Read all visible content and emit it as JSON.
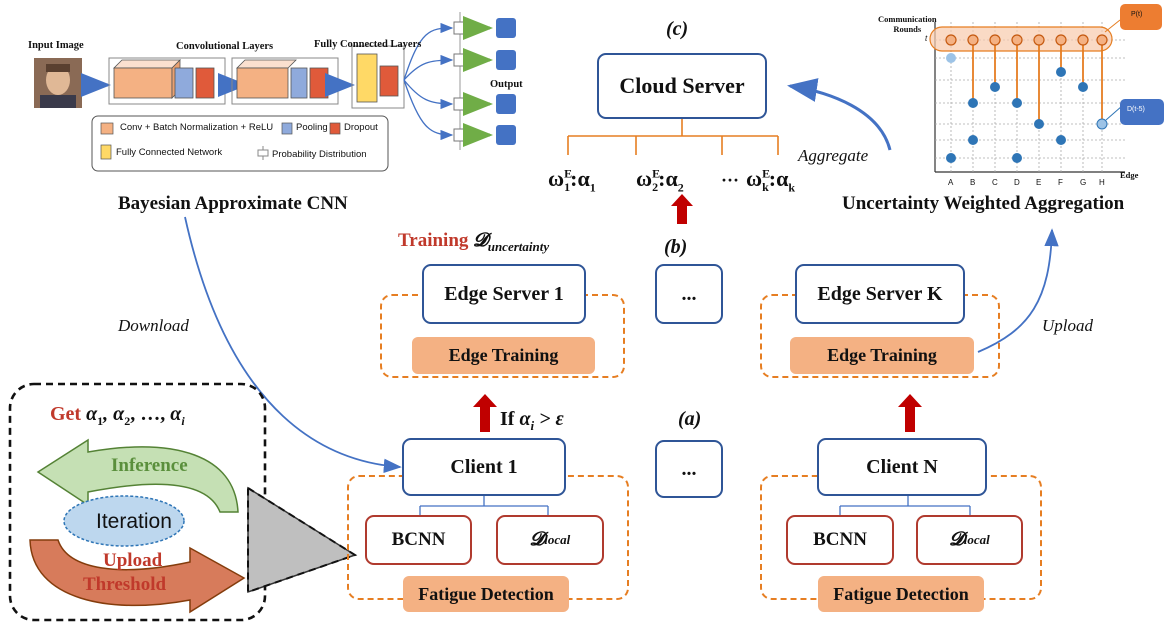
{
  "cnn": {
    "input_label": "Input Image",
    "conv_label": "Convolutional Layers",
    "fc_label": "Fully Connected Layers",
    "output_label": "Output",
    "legend": {
      "conv": "Conv + Batch Normalization + ReLU",
      "pool": "Pooling",
      "dropout": "Dropout",
      "fc": "Fully Connected Network",
      "prob": "Probability Distribution"
    },
    "caption": "Bayesian Approximate CNN"
  },
  "cloud": {
    "tag": "(c)",
    "server": "Cloud Server",
    "weights": [
      {
        "base": "ω",
        "sub": "1",
        "sup": "E",
        "alpha": "α",
        "asub": "1"
      },
      {
        "base": "ω",
        "sub": "2",
        "sup": "E",
        "alpha": "α",
        "asub": "2"
      },
      {
        "base": "ω",
        "sub": "k",
        "sup": "E",
        "alpha": "α",
        "asub": "k"
      }
    ],
    "ellipsis": "···",
    "aggregate": "Aggregate"
  },
  "uwa": {
    "ylabel_line1": "Communication",
    "ylabel_line2": "Rounds",
    "t_label": "t",
    "xlabel": "Edge",
    "x_ticks": [
      "A",
      "B",
      "C",
      "D",
      "E",
      "F",
      "G",
      "H"
    ],
    "callout_top": "P(t)",
    "callout_right": "D(t-5)",
    "caption": "Uncertainty Weighted Aggregation"
  },
  "edge": {
    "tag": "(b)",
    "training_word": "Training",
    "training_sym": "𝓓",
    "training_sub": "uncertainty",
    "server1": "Edge Server 1",
    "serverK": "Edge Server K",
    "middle": "...",
    "training_box": "Edge Training"
  },
  "client": {
    "tag": "(a)",
    "condition_if": "If",
    "condition_alpha": "α",
    "condition_sub": "i",
    "condition_rest": " > ε",
    "client1": "Client 1",
    "clientN": "Client N",
    "middle": "...",
    "bcnn": "BCNN",
    "dlocal_sym": "𝓓",
    "dlocal_sub": "local",
    "detection": "Fatigue Detection"
  },
  "loop": {
    "get_word": "Get",
    "get_expr": "α",
    "get_rest": ", α",
    "inference": "Inference",
    "iteration": "Iteration",
    "upload": "Upload",
    "threshold": "Threshold"
  },
  "arrows": {
    "download": "Download",
    "upload": "Upload"
  },
  "colors": {
    "blue_border": "#2f5597",
    "red_border": "#b03a2e",
    "orange_fill": "#f4b183",
    "red_text": "#c0392b",
    "green_text": "#5a8f3c"
  }
}
